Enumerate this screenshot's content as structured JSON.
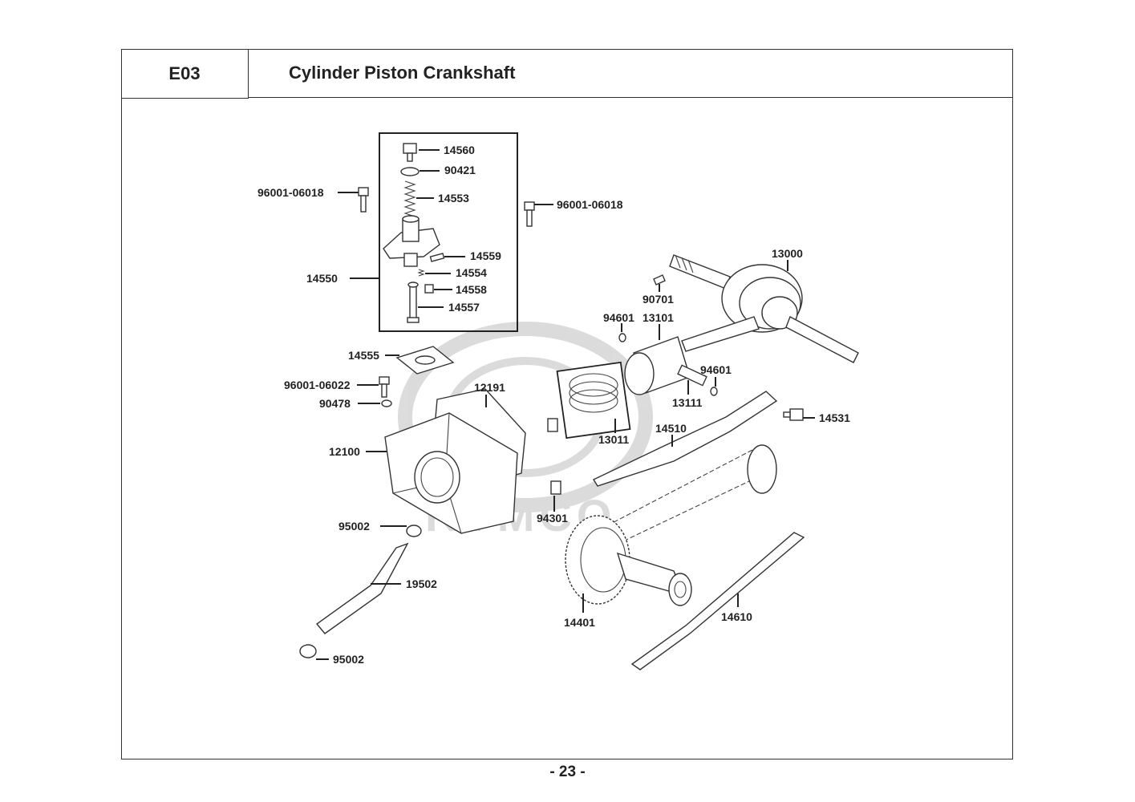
{
  "header": {
    "code": "E03",
    "title": "Cylinder  Piston  Crankshaft"
  },
  "page_number": "- 23 -",
  "watermark": "KYMCO",
  "parts": [
    {
      "id": "p14560",
      "label": "14560"
    },
    {
      "id": "p90421",
      "label": "90421"
    },
    {
      "id": "p14553",
      "label": "14553"
    },
    {
      "id": "p96001a",
      "label": "96001-06018"
    },
    {
      "id": "p96001b",
      "label": "96001-06018"
    },
    {
      "id": "p14559",
      "label": "14559"
    },
    {
      "id": "p14554",
      "label": "14554"
    },
    {
      "id": "p14558",
      "label": "14558"
    },
    {
      "id": "p14557",
      "label": "14557"
    },
    {
      "id": "p14550",
      "label": "14550"
    },
    {
      "id": "p13000",
      "label": "13000"
    },
    {
      "id": "p90701",
      "label": "90701"
    },
    {
      "id": "p94601a",
      "label": "94601"
    },
    {
      "id": "p13101",
      "label": "13101"
    },
    {
      "id": "p94601b",
      "label": "94601"
    },
    {
      "id": "p13111",
      "label": "13111"
    },
    {
      "id": "p14555",
      "label": "14555"
    },
    {
      "id": "p96001c",
      "label": "96001-06022"
    },
    {
      "id": "p90478",
      "label": "90478"
    },
    {
      "id": "p12191",
      "label": "12191"
    },
    {
      "id": "p13011",
      "label": "13011"
    },
    {
      "id": "p14510",
      "label": "14510"
    },
    {
      "id": "p14531",
      "label": "14531"
    },
    {
      "id": "p12100",
      "label": "12100"
    },
    {
      "id": "p94301",
      "label": "94301"
    },
    {
      "id": "p95002a",
      "label": "95002"
    },
    {
      "id": "p19502",
      "label": "19502"
    },
    {
      "id": "p14401",
      "label": "14401"
    },
    {
      "id": "p14610",
      "label": "14610"
    },
    {
      "id": "p95002b",
      "label": "95002"
    }
  ]
}
